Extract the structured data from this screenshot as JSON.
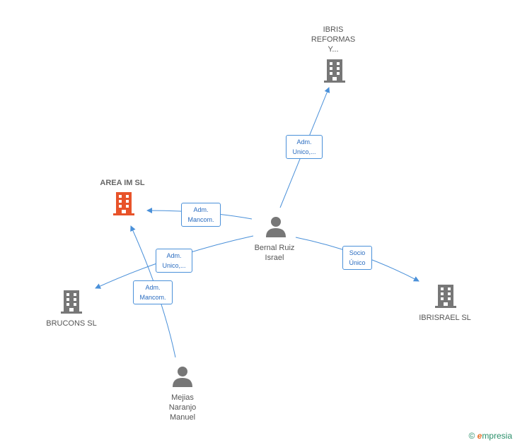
{
  "colors": {
    "edge": "#4a90d9",
    "building_default": "#777777",
    "building_focus": "#e8532a",
    "person": "#777777"
  },
  "nodes": {
    "ibris_reformas": {
      "label": "IBRIS\nREFORMAS\nY...",
      "icon": "building-icon"
    },
    "area_im": {
      "label": "AREA IM  SL",
      "icon": "building-icon"
    },
    "brucons": {
      "label": "BRUCONS  SL",
      "icon": "building-icon"
    },
    "ibrisrael": {
      "label": "IBRISRAEL  SL",
      "icon": "building-icon"
    },
    "bernal_ruiz": {
      "label": "Bernal Ruiz\nIsrael",
      "icon": "person-icon"
    },
    "mejias_naranjo": {
      "label": "Mejias\nNaranjo\nManuel",
      "icon": "person-icon"
    }
  },
  "edges": {
    "bernal_to_ibris": {
      "label": "Adm.\nUnico,..."
    },
    "bernal_to_area": {
      "label": "Adm.\nMancom."
    },
    "bernal_to_brucons": {
      "label": "Adm.\nUnico,..."
    },
    "mejias_to_area": {
      "label": "Adm.\nMancom."
    },
    "bernal_to_ibrisrael": {
      "label": "Socio\nÚnico"
    }
  },
  "brand": {
    "copyright": "©",
    "e": "e",
    "name": "mpresia"
  }
}
